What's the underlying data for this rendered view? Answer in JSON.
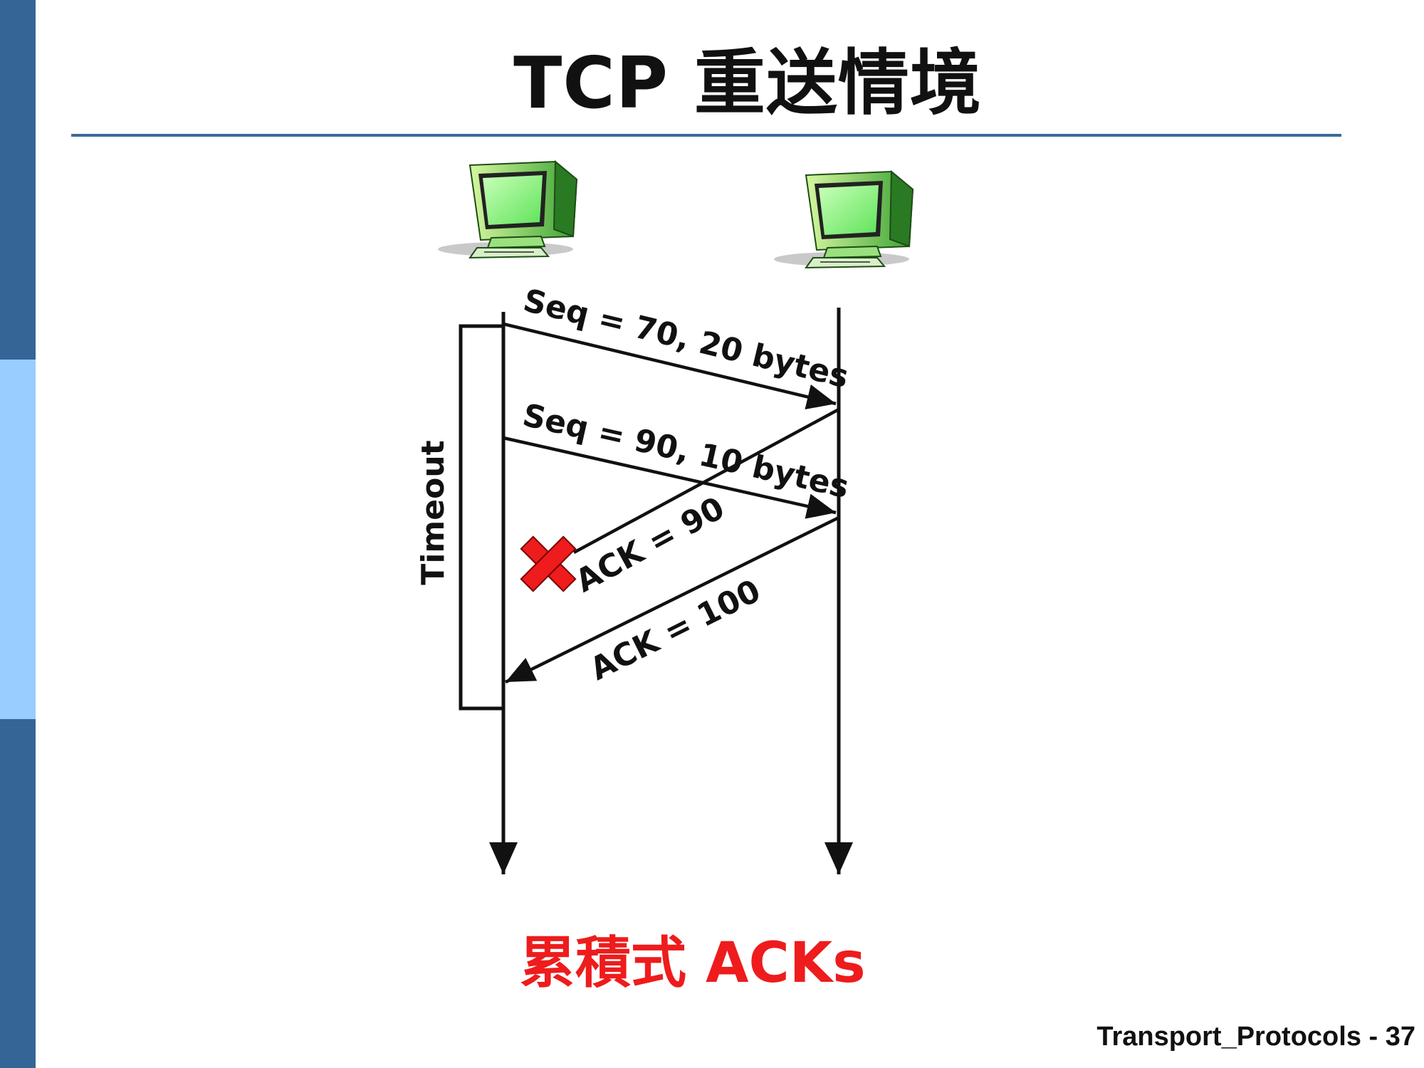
{
  "slide": {
    "title": "TCP 重送情境",
    "caption": "累積式 ACKs",
    "footer": "Transport_Protocols - 37"
  },
  "diagram": {
    "timer_label": "Timeout",
    "messages": [
      {
        "label": "Seq = 70, 20 bytes",
        "direction": "left-to-right",
        "lost": false
      },
      {
        "label": "Seq = 90, 10 bytes",
        "direction": "left-to-right",
        "lost": false
      },
      {
        "label": "ACK = 90",
        "direction": "right-to-left",
        "lost": true
      },
      {
        "label": "ACK = 100",
        "direction": "right-to-left",
        "lost": false
      }
    ],
    "hosts": [
      "sender-host",
      "receiver-host"
    ]
  },
  "colors": {
    "sidebar_dark": "#356496",
    "sidebar_light": "#99ccff",
    "rule": "#3b6a9a",
    "caption": "#ee1c1c",
    "loss_marker": "#ee1c1c",
    "monitor_screen": "#7ff07a"
  },
  "icons": [
    "computer-icon",
    "loss-x-icon"
  ]
}
